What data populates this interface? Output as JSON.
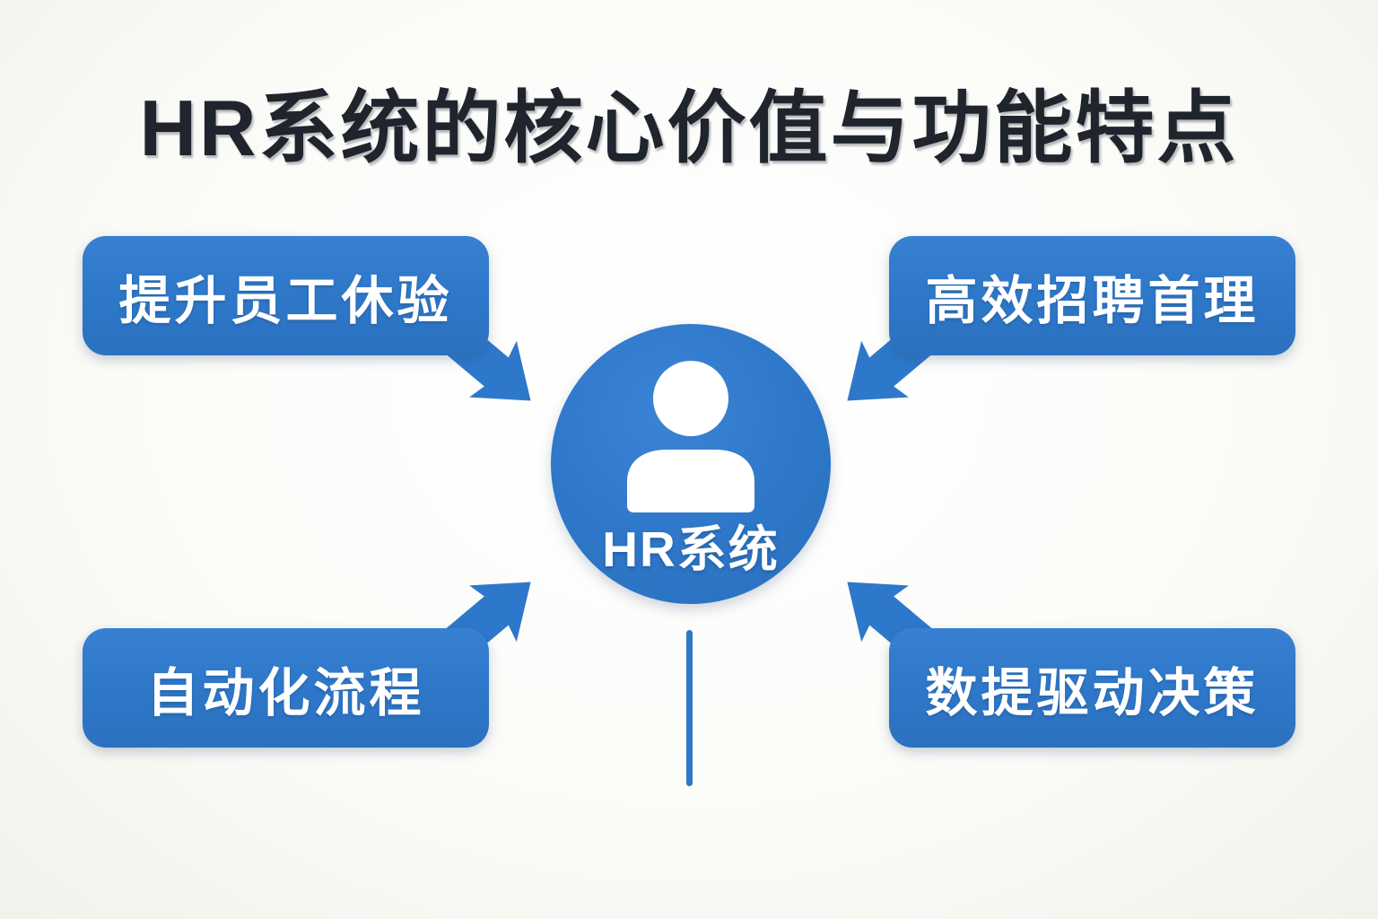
{
  "title": "HR系统的核心价值与功能特点",
  "center": {
    "label": "HR系统",
    "icon": "person-icon"
  },
  "nodes": [
    {
      "position": "top-left",
      "label": "提升员工休验"
    },
    {
      "position": "top-right",
      "label": "高效招聘首理"
    },
    {
      "position": "bottom-left",
      "label": "自动化流程"
    },
    {
      "position": "bottom-right",
      "label": "数提驱动决策"
    }
  ],
  "colors": {
    "accent_blue": "#2E77C8",
    "title_text": "#20242C",
    "label_text": "#FFFFFF",
    "background": "#FAFAF6"
  }
}
